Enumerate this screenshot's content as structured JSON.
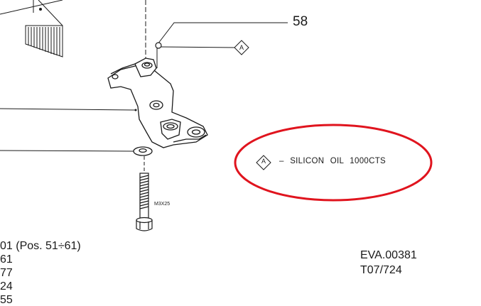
{
  "callout": {
    "part_number": "58"
  },
  "diamond_marker": "A",
  "lubricant_note": "– SILICON OIL 1000CTS",
  "screw_label": "M3X25",
  "reference_lines": [
    "01 (Pos. 51÷61)",
    "61",
    "77",
    "24",
    "55"
  ],
  "drawing_code": "EVA.00381",
  "drawing_sheet": "T07/724",
  "colors": {
    "line": "#1a1a1a",
    "highlight_ellipse": "#e0141e"
  }
}
